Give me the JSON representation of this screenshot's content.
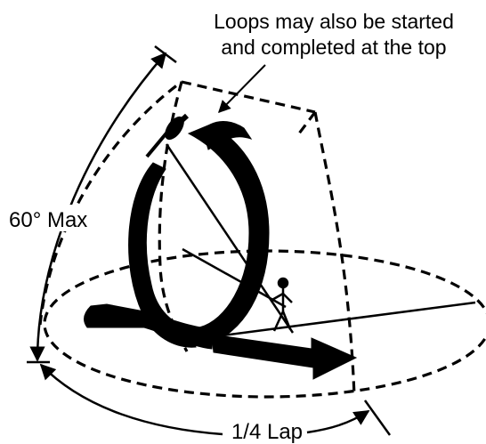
{
  "labels": {
    "annotation_line1": "Loops may also be started",
    "annotation_line2": "and completed at the top",
    "max_angle": "60° Max",
    "lap": "1/4 Lap"
  },
  "colors": {
    "ink": "#000000",
    "background": "#ffffff"
  }
}
